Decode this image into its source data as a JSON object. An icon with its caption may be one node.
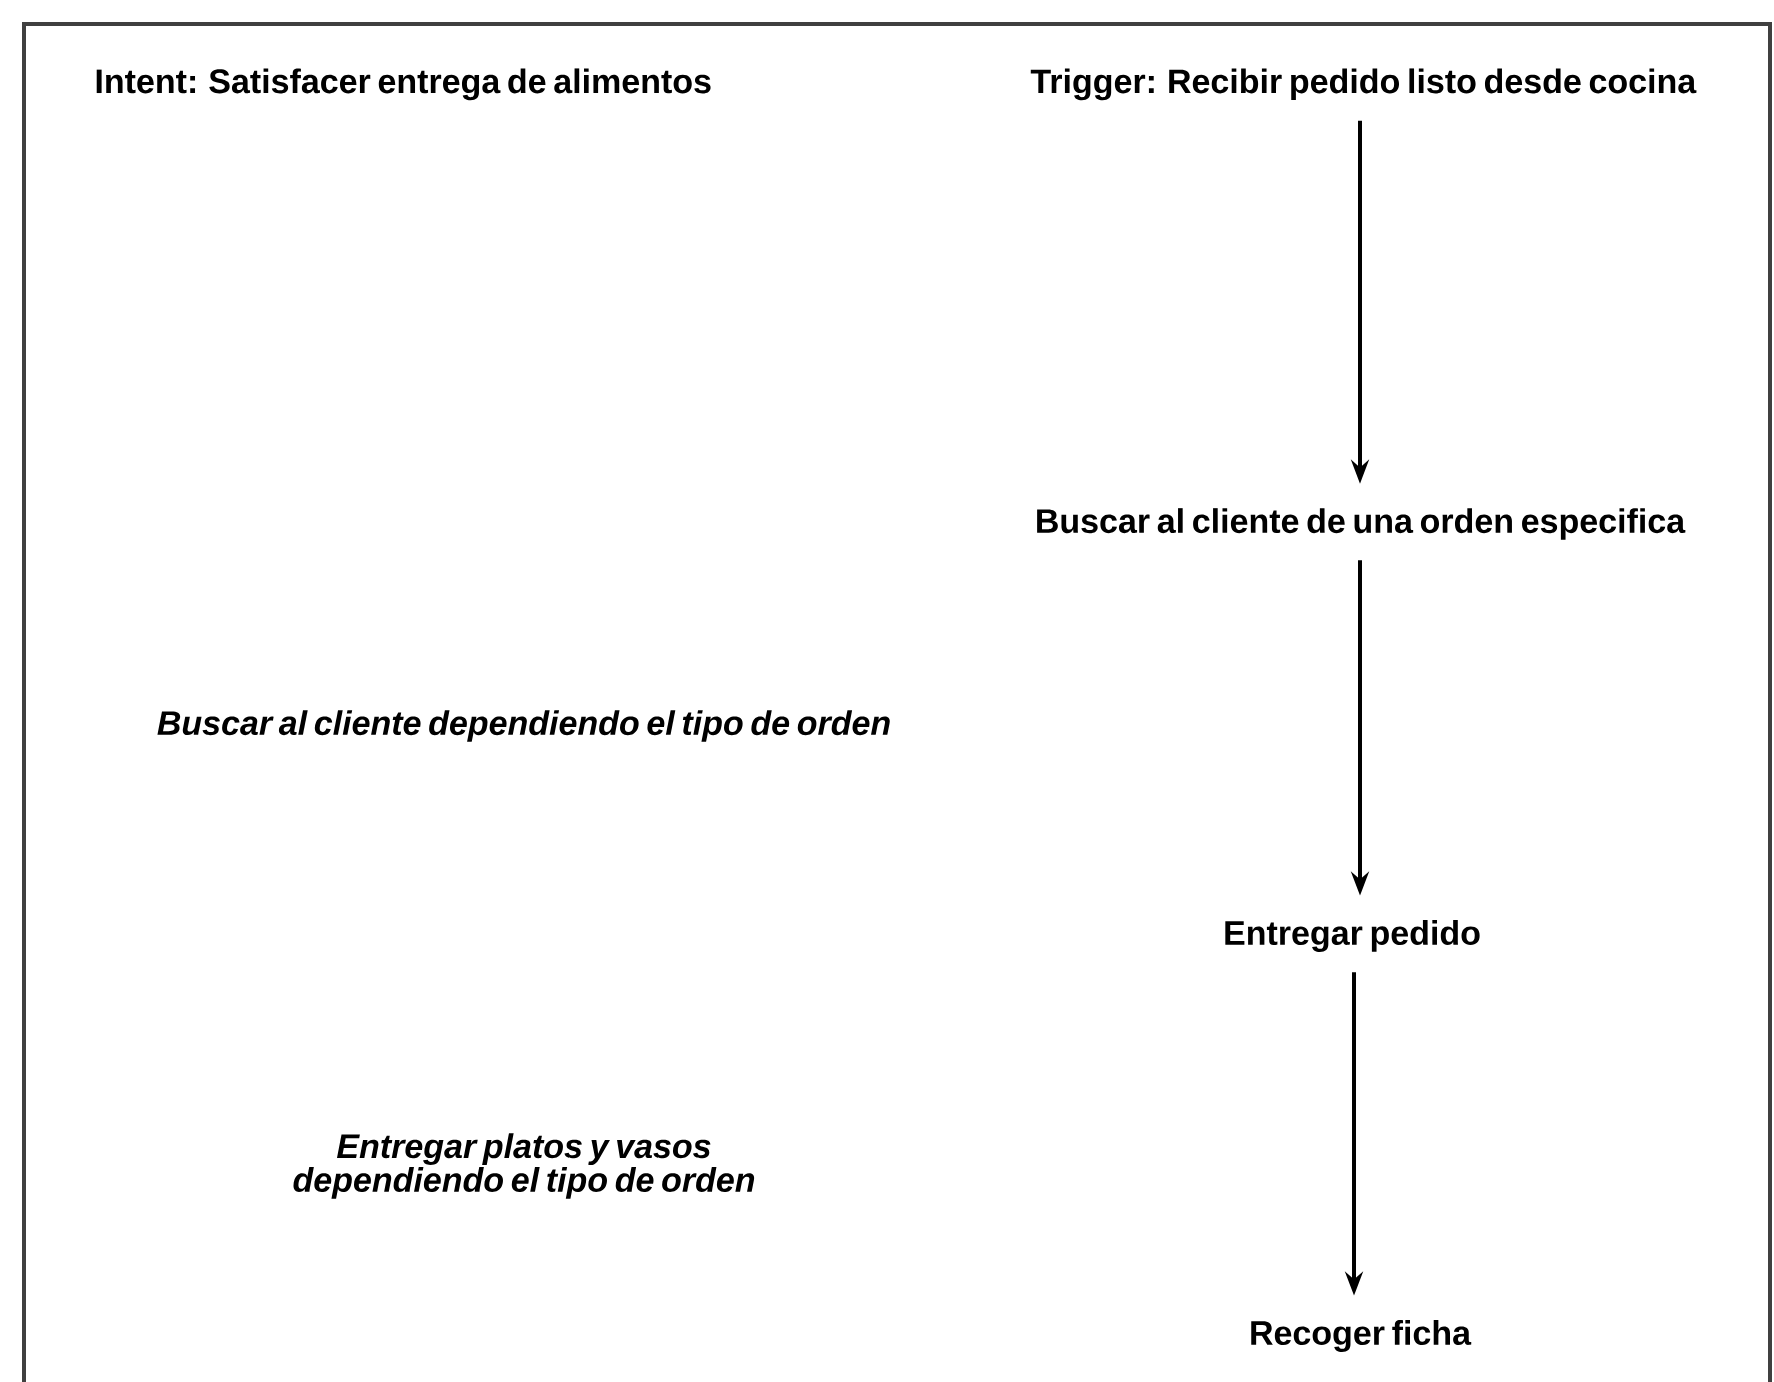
{
  "diagram": {
    "nodes": [
      {
        "text": [
          "Trigger: Recibir pedido listo desde cocina"
        ]
      },
      {
        "text": [
          "Buscar al cliente de una orden especifica"
        ]
      },
      {
        "text": [
          "Entregar pedido"
        ]
      },
      {
        "text": [
          "Recoger ficha"
        ]
      }
    ],
    "edges": [
      {
        "from": 0,
        "to": 1,
        "arrow": "to"
      },
      {
        "from": 1,
        "to": 2,
        "arrow": "to"
      },
      {
        "from": 2,
        "to": 3,
        "arrow": "to"
      }
    ],
    "labels": [
      "Intent: Satisfacer entrega de alimentos",
      "Buscar al cliente dependiendo el tipo de orden",
      "Entregar platos y vasos dependiendo el tipo de orden"
    ]
  }
}
